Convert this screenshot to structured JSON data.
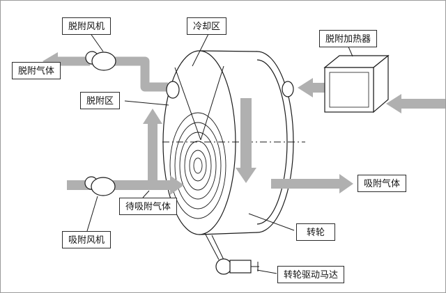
{
  "diagram": {
    "labels": {
      "desorption_fan": "脱附风机",
      "cooling_zone": "冷却区",
      "desorption_heater": "脱附加热器",
      "desorption_gas": "脱附气体",
      "desorption_zone": "脱附区",
      "gas_to_be_adsorbed": "待吸附气体",
      "adsorption_fan": "吸附风机",
      "adsorption_gas": "吸附气体",
      "rotor": "转轮",
      "rotor_drive_motor": "转轮驱动马达"
    },
    "colors": {
      "flow_arrow": "#b0b0b0",
      "outline": "#1a1a1a",
      "label_box_bg": "#ffffff",
      "label_box_border": "#2a2a2a",
      "canvas_border": "#9a9a9a"
    }
  }
}
